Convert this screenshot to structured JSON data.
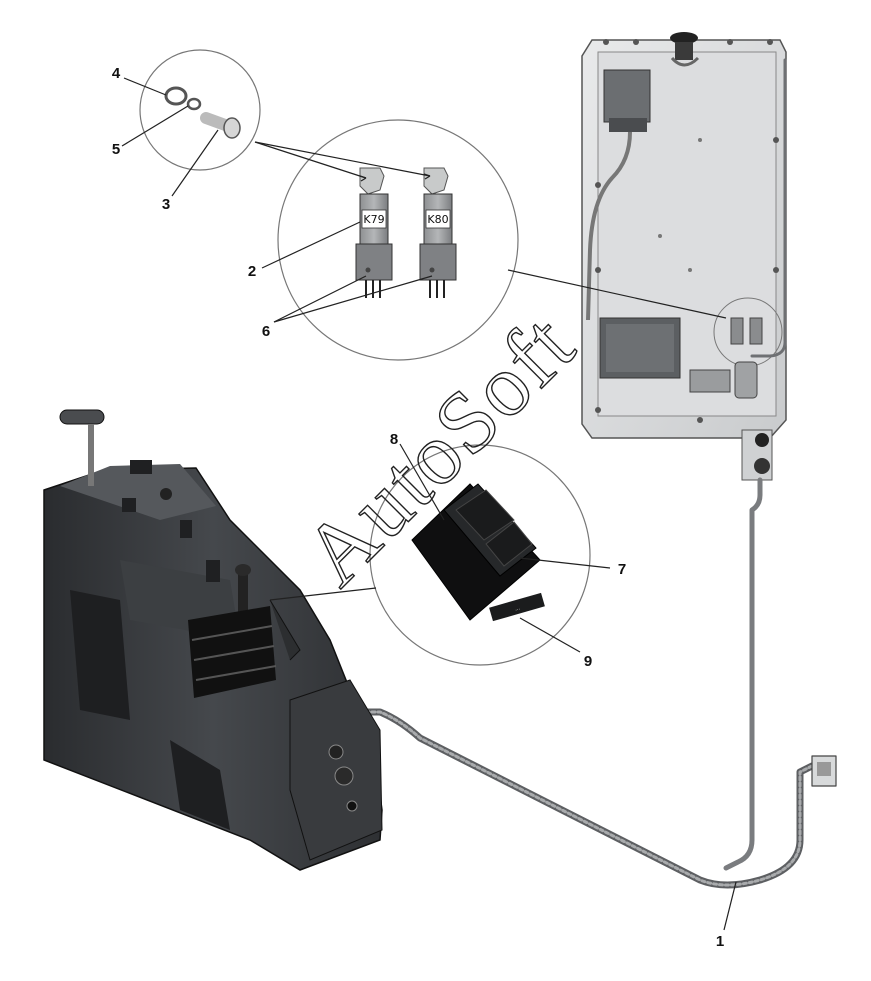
{
  "figure": {
    "relays": [
      "K79",
      "K80"
    ],
    "callouts": [
      "1",
      "2",
      "3",
      "4",
      "5",
      "6",
      "7",
      "8",
      "9"
    ],
    "switch_label": "...",
    "watermark": "AutoSoft"
  }
}
